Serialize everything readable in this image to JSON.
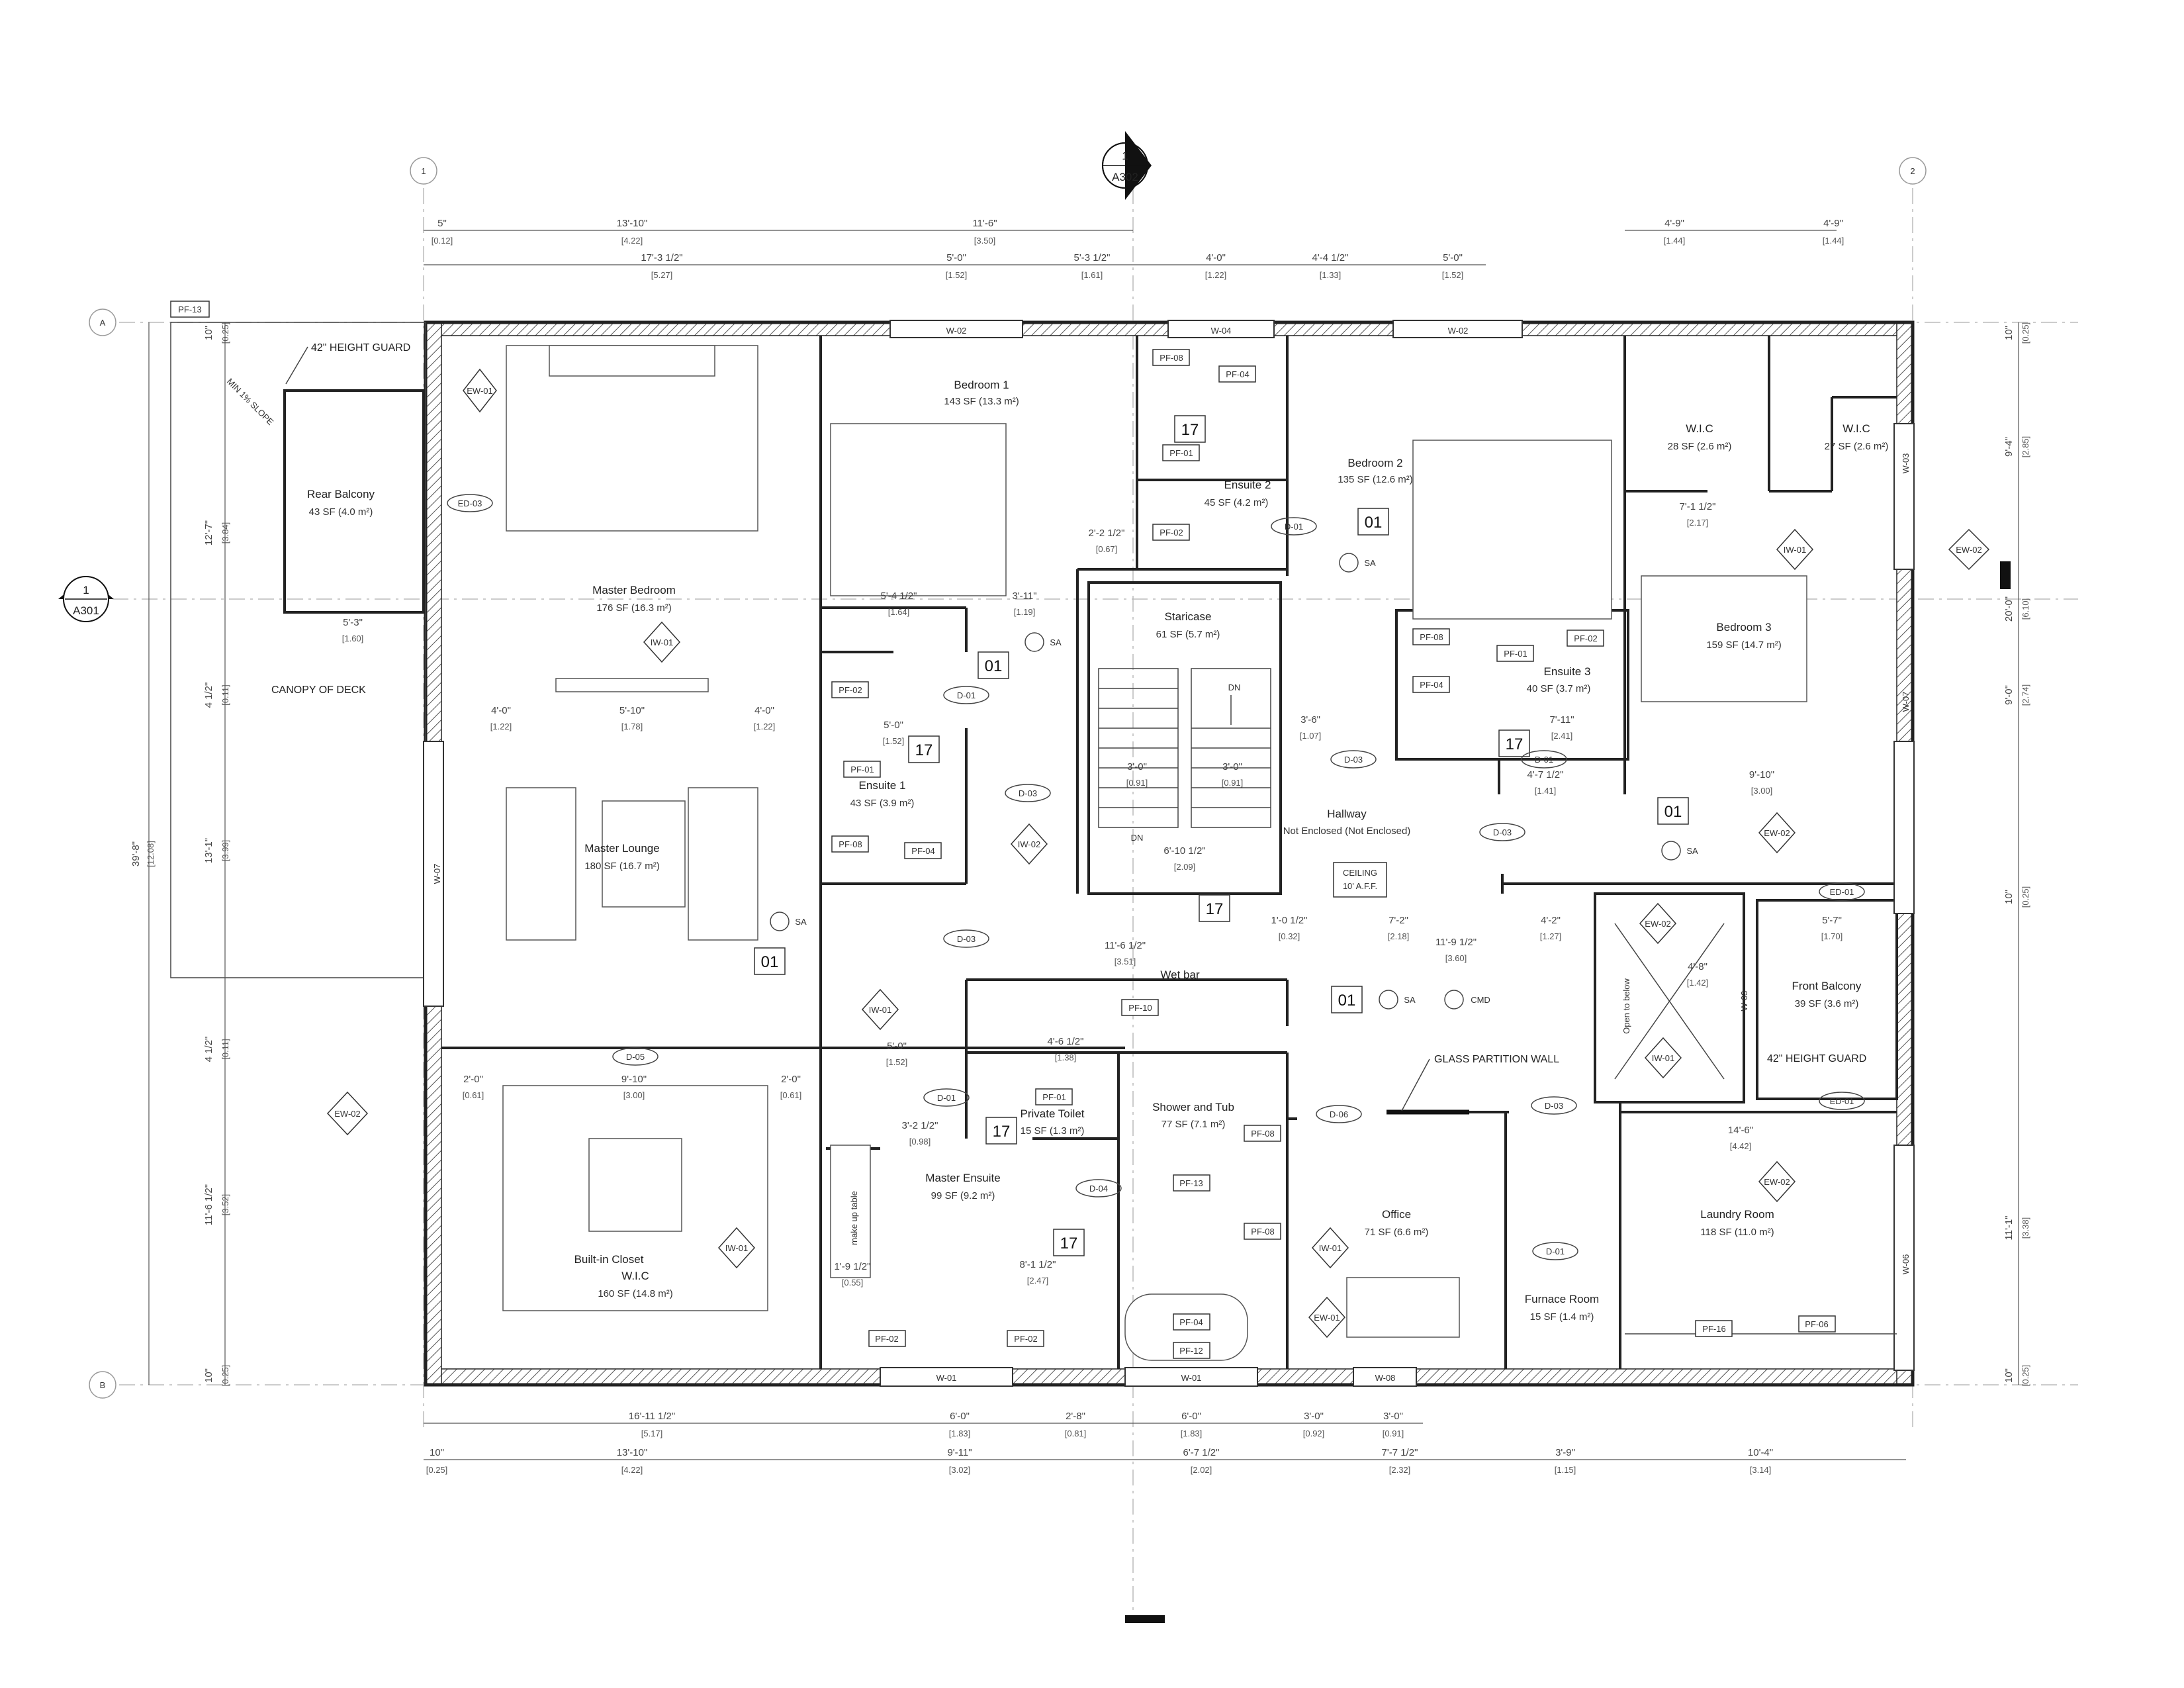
{
  "grid": {
    "columns": [
      "1",
      "2"
    ],
    "rows": [
      "A",
      "B"
    ]
  },
  "section_markers": [
    {
      "number": "1",
      "sheet": "A302"
    },
    {
      "number": "1",
      "sheet": "A301"
    }
  ],
  "rooms": [
    {
      "name": "Bedroom 1",
      "area": "143 SF (13.3 m²)"
    },
    {
      "name": "Ensuite 2",
      "area": "45 SF (4.2 m²)"
    },
    {
      "name": "Bedroom 2",
      "area": "135 SF (12.6 m²)"
    },
    {
      "name": "W.I.C",
      "area": "28 SF (2.6 m²)"
    },
    {
      "name": "W.I.C",
      "area": "27 SF (2.6 m²)"
    },
    {
      "name": "Rear Balcony",
      "area": "43 SF (4.0 m²)"
    },
    {
      "name": "Master Bedroom",
      "area": "176 SF (16.3 m²)"
    },
    {
      "name": "Staricase",
      "area": "61 SF (5.7 m²)"
    },
    {
      "name": "Ensuite 3",
      "area": "40 SF (3.7 m²)"
    },
    {
      "name": "Bedroom 3",
      "area": "159 SF (14.7 m²)"
    },
    {
      "name": "Ensuite 1",
      "area": "43 SF (3.9 m²)"
    },
    {
      "name": "Master Lounge",
      "area": "180 SF (16.7 m²)"
    },
    {
      "name": "Hallway",
      "area": "Not Enclosed (Not Enclosed)"
    },
    {
      "name": "Wet bar",
      "area": ""
    },
    {
      "name": "Front Balcony",
      "area": "39 SF (3.6 m²)"
    },
    {
      "name": "Private Toilet",
      "area": "15 SF (1.3 m²)"
    },
    {
      "name": "Shower and Tub",
      "area": "77 SF (7.1 m²)"
    },
    {
      "name": "Master Ensuite",
      "area": "99 SF (9.2 m²)"
    },
    {
      "name": "Office",
      "area": "71 SF (6.6 m²)"
    },
    {
      "name": "Laundry Room",
      "area": "118 SF (11.0 m²)"
    },
    {
      "name": "Built-in Closet",
      "area": ""
    },
    {
      "name": "W.I.C",
      "area": "160 SF (14.8 m²)"
    },
    {
      "name": "Furnace Room",
      "area": "15 SF (1.4 m²)"
    }
  ],
  "notes": {
    "height_guard": "42\" HEIGHT GUARD",
    "min_slope": "MIN 1% SLOPE",
    "canopy": "CANOPY OF DECK",
    "ceiling_1": "CEILING",
    "ceiling_2": "10' A.F.F.",
    "glass_wall": "GLASS PARTITION WALL",
    "open_below": "Open to below",
    "makeup_table": "make up table",
    "dn": "DN",
    "sa": "SA",
    "cmd": "CMD"
  },
  "tags": {
    "room_num_01": "01",
    "room_num_17": "17",
    "W-01": "W-01",
    "W-02": "W-02",
    "W-03": "W-03",
    "W-04": "W-04",
    "W-06": "W-06",
    "W-07": "W-07",
    "W-08": "W-08",
    "D-01": "D-01",
    "D-03": "D-03",
    "D-04": "D-04",
    "D-05": "D-05",
    "D-06": "D-06",
    "ED-01": "ED-01",
    "ED-03": "ED-03",
    "EW-01": "EW-01",
    "EW-02": "EW-02",
    "IW-01": "IW-01",
    "IW-02": "IW-02",
    "PF-01": "PF-01",
    "PF-02": "PF-02",
    "PF-04": "PF-04",
    "PF-06": "PF-06",
    "PF-08": "PF-08",
    "PF-10": "PF-10",
    "PF-12": "PF-12",
    "PF-13": "PF-13",
    "PF-16": "PF-16"
  },
  "dims": {
    "top_r1": [
      "5\"",
      "13'-10\"",
      "11'-6\"",
      "4'-9\"",
      "4'-9\""
    ],
    "top_r1m": [
      "[0.12]",
      "[4.22]",
      "[3.50]",
      "[1.44]",
      "[1.44]"
    ],
    "top_r2": [
      "17'-3 1/2\"",
      "5'-0\"",
      "5'-3 1/2\"",
      "4'-0\"",
      "4'-4 1/2\"",
      "5'-0\""
    ],
    "top_r2m": [
      "[5.27]",
      "[1.52]",
      "[1.61]",
      "[1.22]",
      "[1.33]",
      "[1.52]"
    ],
    "bot_r1": [
      "16'-11 1/2\"",
      "6'-0\"",
      "2'-8\"",
      "6'-0\"",
      "3'-0\"",
      "3'-0\""
    ],
    "bot_r1m": [
      "[5.17]",
      "[1.83]",
      "[0.81]",
      "[1.83]",
      "[0.92]",
      "[0.91]"
    ],
    "bot_r2": [
      "10\"",
      "13'-10\"",
      "9'-11\"",
      "6'-7 1/2\"",
      "7'-7 1/2\"",
      "3'-9\"",
      "10'-4\""
    ],
    "bot_r2m": [
      "[0.25]",
      "[4.22]",
      "[3.02]",
      "[2.02]",
      "[2.32]",
      "[1.15]",
      "[3.14]"
    ],
    "left_total": "39'-8\"",
    "left_total_m": "[12.08]",
    "left_segs": [
      "10\"",
      "12'-7\"",
      "4 1/2\"",
      "13'-1\"",
      "4 1/2\"",
      "11'-6 1/2\"",
      "10\""
    ],
    "left_segs_m": [
      "[0.25]",
      "[3.84]",
      "[0.11]",
      "[3.99]",
      "[0.11]",
      "[3.52]",
      "[0.25]"
    ],
    "right_segs": [
      "10\"",
      "9'-4\"",
      "20'-0\"",
      "9'-0\"",
      "10\"",
      "11'-1\"",
      "10\""
    ],
    "right_segs_m": [
      "[0.25]",
      "[2.85]",
      "[6.10]",
      "[2.74]",
      "[0.25]",
      "[3.38]",
      "[0.25]"
    ],
    "interior": [
      {
        "v": "5'-3\"",
        "m": "[1.60]"
      },
      {
        "v": "4'-0\"",
        "m": "[1.22]"
      },
      {
        "v": "5'-10\"",
        "m": "[1.78]"
      },
      {
        "v": "4'-0\"",
        "m": "[1.22]"
      },
      {
        "v": "5'-4 1/2\"",
        "m": "[1.64]"
      },
      {
        "v": "3'-11\"",
        "m": "[1.19]"
      },
      {
        "v": "2'-2 1/2\"",
        "m": "[0.67]"
      },
      {
        "v": "5'-0\"",
        "m": "[1.52]"
      },
      {
        "v": "3'-0\"",
        "m": "[0.91]"
      },
      {
        "v": "3'-0\"",
        "m": "[0.91]"
      },
      {
        "v": "6'-10 1/2\"",
        "m": "[2.09]"
      },
      {
        "v": "3'-6\"",
        "m": "[1.07]"
      },
      {
        "v": "7'-11\"",
        "m": "[2.41]"
      },
      {
        "v": "4'-7 1/2\"",
        "m": "[1.41]"
      },
      {
        "v": "9'-10\"",
        "m": "[3.00]"
      },
      {
        "v": "7'-1 1/2\"",
        "m": "[2.17]"
      },
      {
        "v": "11'-6 1/2\"",
        "m": "[3.51]"
      },
      {
        "v": "1'-0 1/2\"",
        "m": "[0.32]"
      },
      {
        "v": "7'-2\"",
        "m": "[2.18]"
      },
      {
        "v": "4'-2\"",
        "m": "[1.27]"
      },
      {
        "v": "11'-9 1/2\"",
        "m": "[3.60]"
      },
      {
        "v": "4'-8\"",
        "m": "[1.42]"
      },
      {
        "v": "5'-7\"",
        "m": "[1.70]"
      },
      {
        "v": "2'-0\"",
        "m": "[0.61]"
      },
      {
        "v": "9'-10\"",
        "m": "[3.00]"
      },
      {
        "v": "2'-0\"",
        "m": "[0.61]"
      },
      {
        "v": "5'-0\"",
        "m": "[1.52]"
      },
      {
        "v": "4'-6 1/2\"",
        "m": "[1.38]"
      },
      {
        "v": "3'-2 1/2\"",
        "m": "[0.98]"
      },
      {
        "v": "8'-1 1/2\"",
        "m": "[2.47]"
      },
      {
        "v": "1'-9 1/2\"",
        "m": "[0.55]"
      },
      {
        "v": "14'-6\"",
        "m": "[4.42]"
      }
    ]
  }
}
